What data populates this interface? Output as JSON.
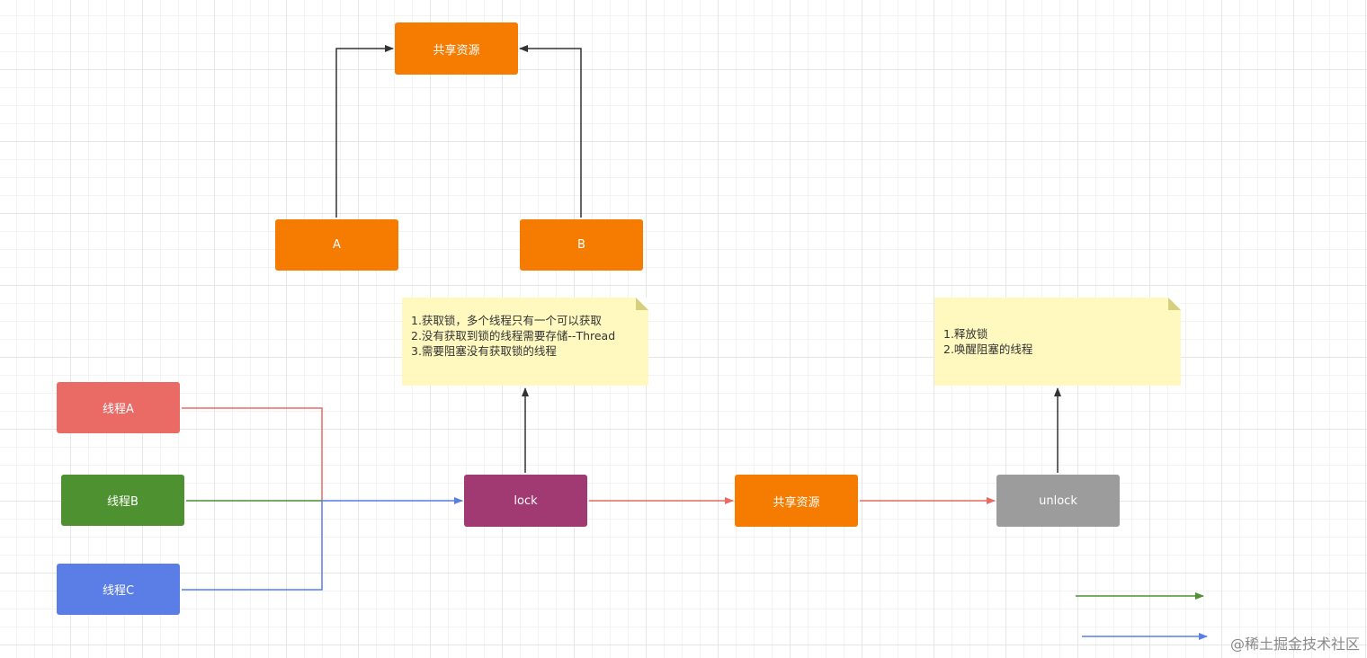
{
  "nodes": {
    "shared_top": "共享资源",
    "a": "A",
    "b": "B",
    "thread_a": "线程A",
    "thread_b": "线程B",
    "thread_c": "线程C",
    "lock": "lock",
    "shared_mid": "共享资源",
    "unlock": "unlock"
  },
  "notes": {
    "lock_note": [
      "1.获取锁，多个线程只有一个可以获取",
      "2.没有获取到锁的线程需要存储--Thread",
      "3.需要阻塞没有获取锁的线程"
    ],
    "unlock_note": [
      "1.释放锁",
      "2.唤醒阻塞的线程"
    ]
  },
  "colors": {
    "orange": "#f57c00",
    "red": "#ea6b66",
    "green": "#4e9130",
    "blue": "#5a7ee6",
    "purple": "#a13a72",
    "gray": "#9c9c9c",
    "note": "#fff9c0",
    "dark_edge": "#333333"
  },
  "watermark": "@稀土掘金技术社区"
}
